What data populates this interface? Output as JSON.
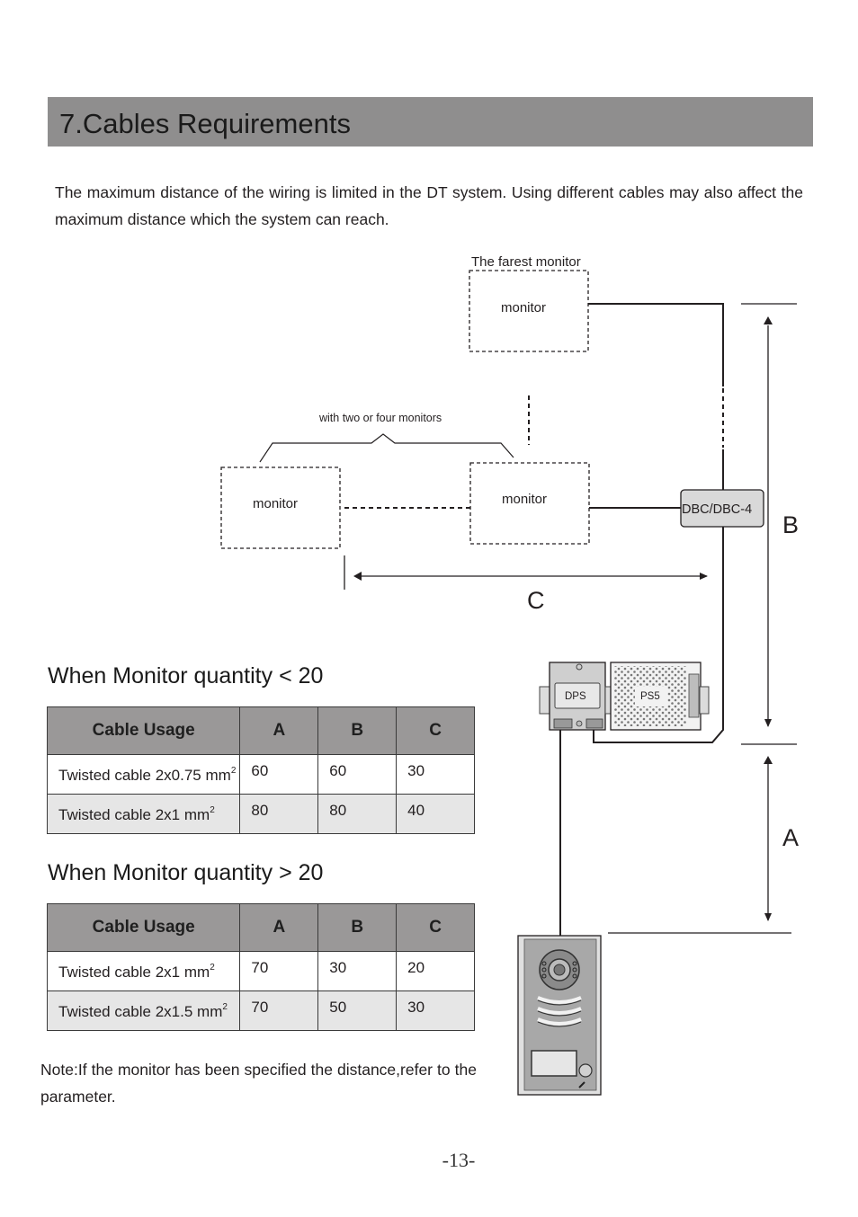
{
  "title": "7.Cables Requirements",
  "intro": "The maximum distance of the wiring is limited in the DT system. Using different cables may also affect the maximum distance which the system can reach.",
  "diagram": {
    "farthest_label": "The farest monitor",
    "monitor_label": "monitor",
    "group_label": "with two or four monitors",
    "distributor_label": "DBC/DBC-4",
    "dps_label": "DPS",
    "ps5_label": "PS5",
    "dim_a": "A",
    "dim_b": "B",
    "dim_c": "C"
  },
  "tables": [
    {
      "heading": "When Monitor quantity < 20",
      "headers": [
        "Cable Usage",
        "A",
        "B",
        "C"
      ],
      "rows": [
        {
          "usage": "Twisted cable 2x0.75 mm",
          "sup": "2",
          "a": "60",
          "b": "60",
          "c": "30"
        },
        {
          "usage": "Twisted cable 2x1 mm",
          "sup": "2",
          "a": "80",
          "b": "80",
          "c": "40"
        }
      ]
    },
    {
      "heading": "When Monitor quantity > 20",
      "headers": [
        "Cable Usage",
        "A",
        "B",
        "C"
      ],
      "rows": [
        {
          "usage": "Twisted cable 2x1 mm",
          "sup": "2",
          "a": "70",
          "b": "30",
          "c": "20"
        },
        {
          "usage": "Twisted cable 2x1.5 mm",
          "sup": "2",
          "a": "70",
          "b": "50",
          "c": "30"
        }
      ]
    }
  ],
  "note": "Note:If the monitor has been specified the distance,refer to the parameter.",
  "page_number": "-13-"
}
